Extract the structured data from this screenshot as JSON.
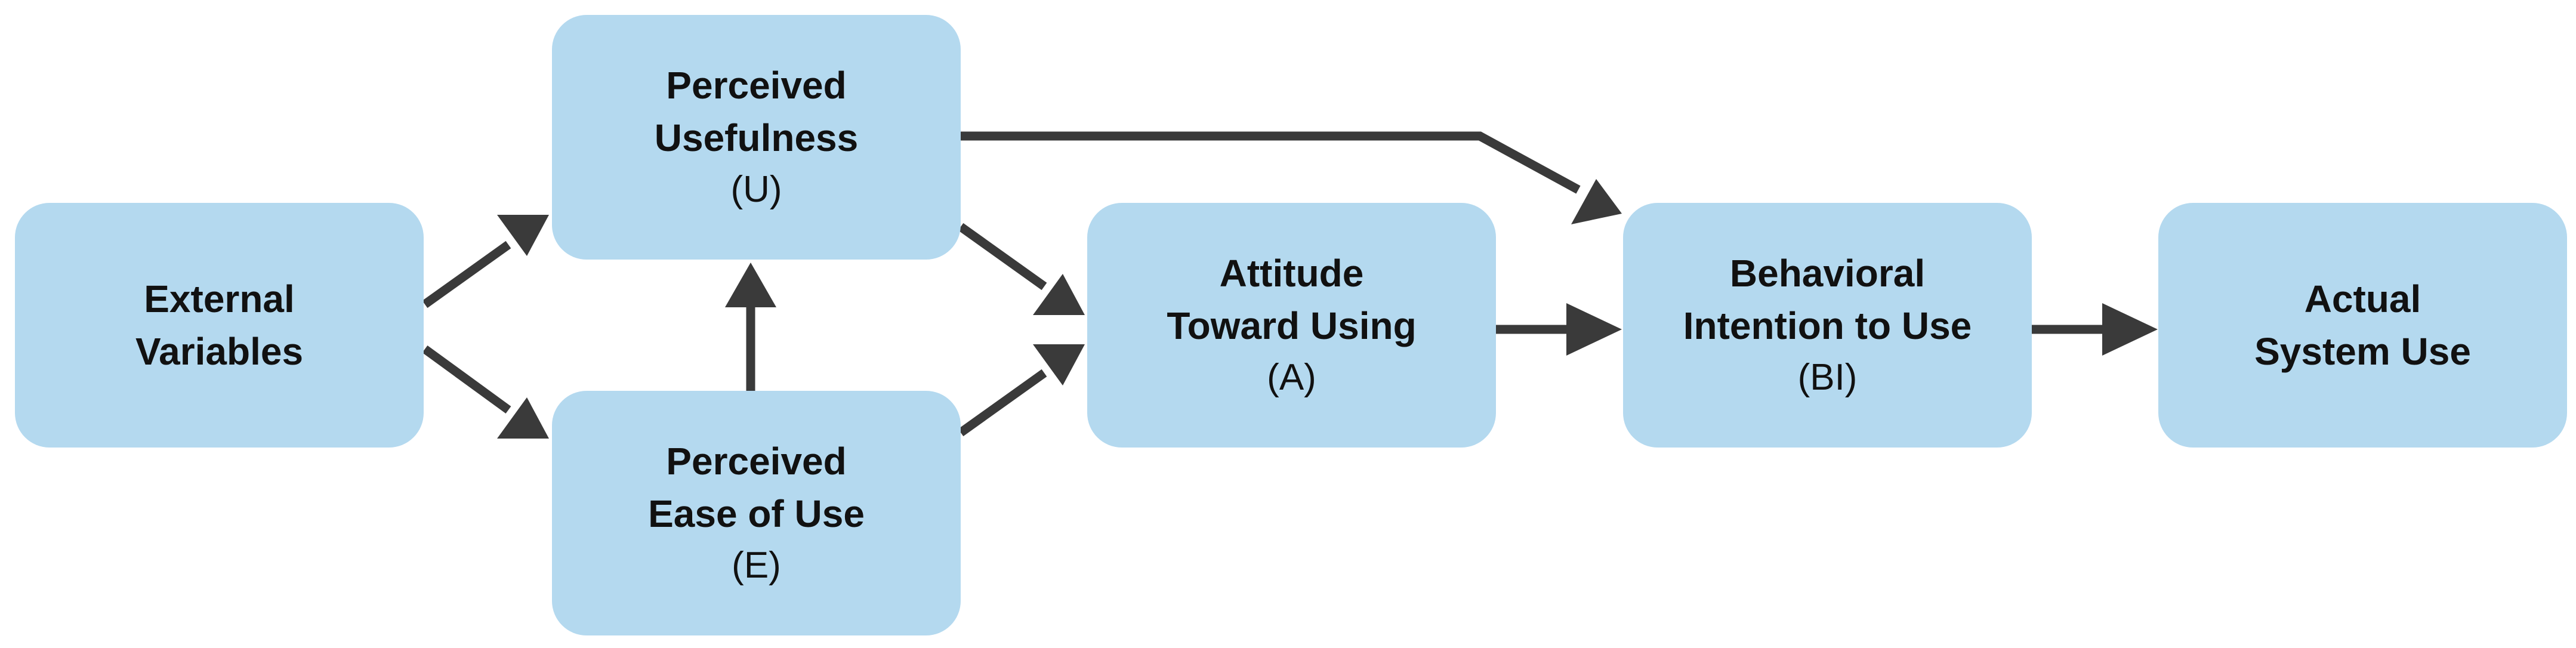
{
  "diagram": {
    "nodes": {
      "external": {
        "line1": "External",
        "line2": "Variables",
        "abbr": ""
      },
      "usefulness": {
        "line1": "Perceived",
        "line2": "Usefulness",
        "abbr": "(U)"
      },
      "ease": {
        "line1": "Perceived",
        "line2": "Ease of Use",
        "abbr": "(E)"
      },
      "attitude": {
        "line1": "Attitude",
        "line2": "Toward Using",
        "abbr": "(A)"
      },
      "intention": {
        "line1": "Behavioral",
        "line2": "Intention to Use",
        "abbr": "(BI)"
      },
      "actual": {
        "line1": "Actual",
        "line2": "System Use",
        "abbr": ""
      }
    },
    "edges": [
      {
        "from": "external",
        "to": "usefulness"
      },
      {
        "from": "external",
        "to": "ease"
      },
      {
        "from": "ease",
        "to": "usefulness"
      },
      {
        "from": "usefulness",
        "to": "attitude"
      },
      {
        "from": "ease",
        "to": "attitude"
      },
      {
        "from": "usefulness",
        "to": "intention"
      },
      {
        "from": "attitude",
        "to": "intention"
      },
      {
        "from": "intention",
        "to": "actual"
      }
    ],
    "colors": {
      "node_fill": "#b4d9ef",
      "arrow": "#3a3a3a",
      "text": "#111111"
    }
  }
}
